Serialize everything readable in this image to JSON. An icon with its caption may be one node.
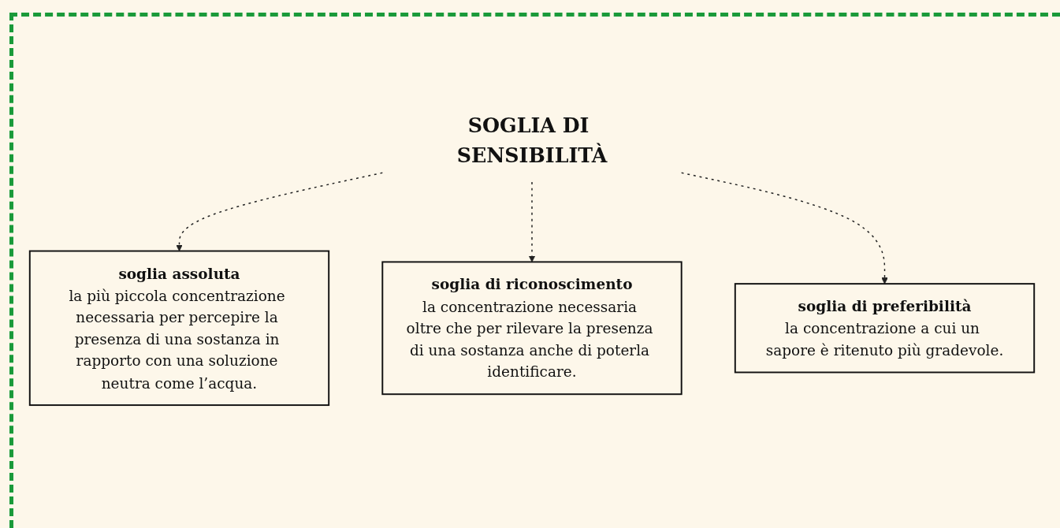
{
  "diagram": {
    "nodes": [
      {
        "text": [
          "SOGLIA DI SENSIBILITÀ"
        ]
      },
      {
        "text": [
          "soglia assoluta",
          "la più piccola concentrazione necessaria per percepire la presenza di una sostanza in rapporto con una soluzione neutra come l’acqua."
        ]
      },
      {
        "text": [
          "soglia di riconoscimento",
          "la concentrazione necessaria oltre che per rilevare la presenza di una sostanza anche di poterla identificare."
        ]
      },
      {
        "text": [
          "soglia di preferibilità",
          "la concentrazione a cui un sapore è ritenuto più gradevole."
        ]
      }
    ],
    "edges": [
      {
        "from": 0,
        "to": 1,
        "arrow": "to",
        "style": "dashed"
      },
      {
        "from": 0,
        "to": 2,
        "arrow": "to",
        "style": "dashed"
      },
      {
        "from": 0,
        "to": 3,
        "arrow": "to",
        "style": "dashed"
      }
    ]
  }
}
